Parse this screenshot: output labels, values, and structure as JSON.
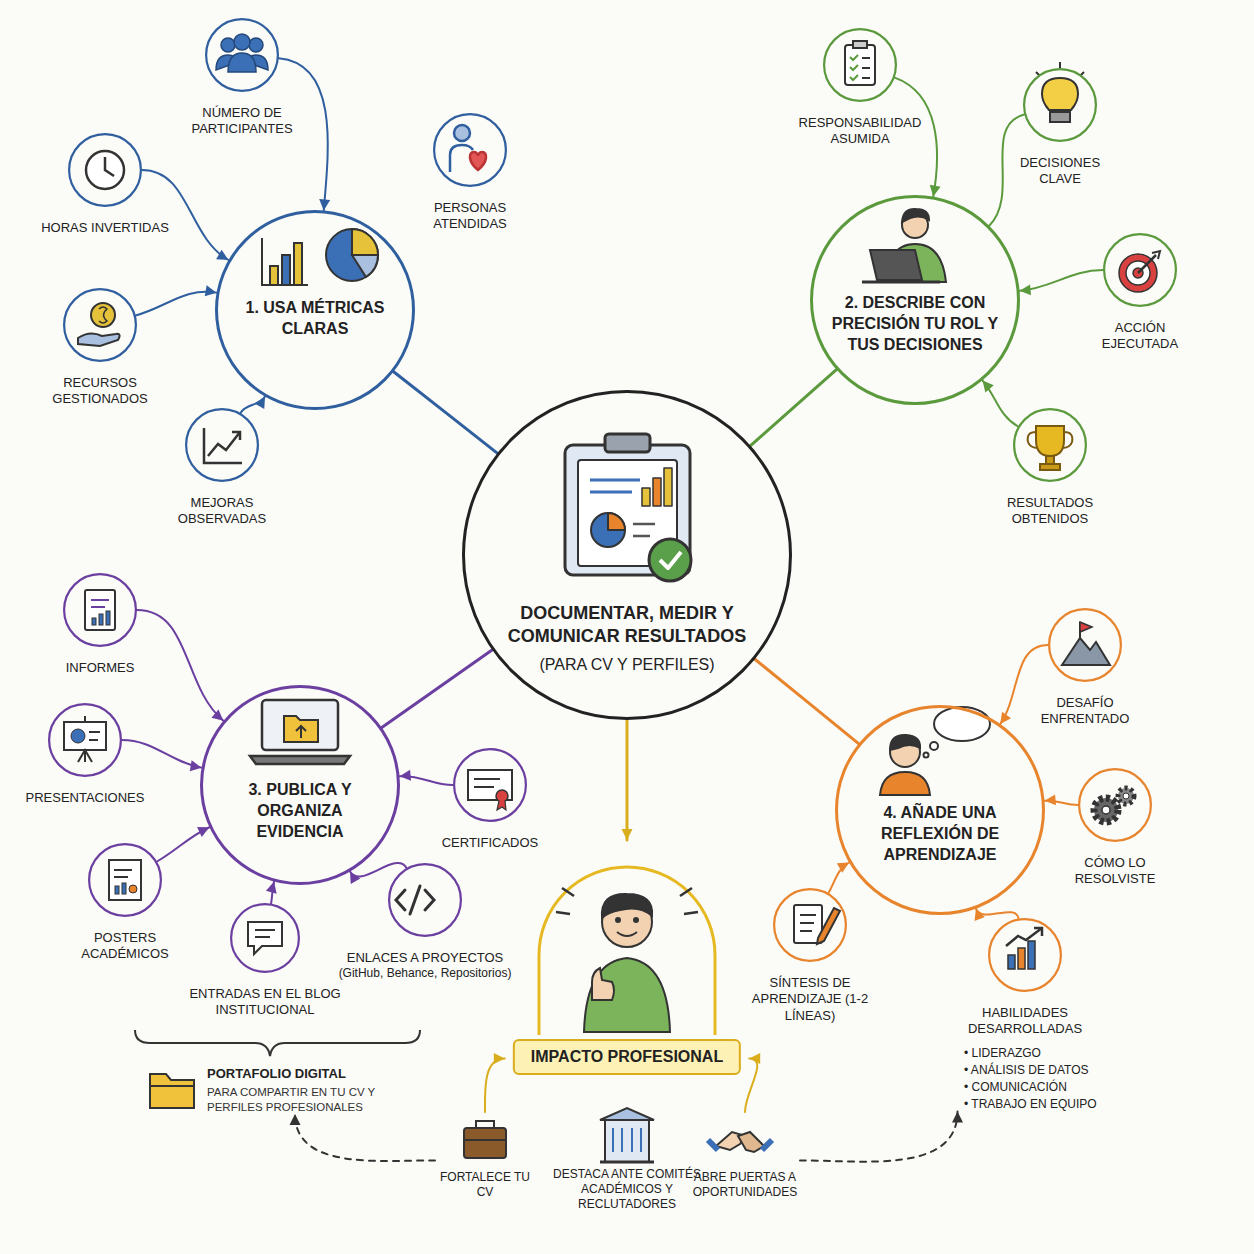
{
  "diagram": {
    "nodes": [
      {
        "text": [
          "DOCUMENTAR, MEDIR Y COMUNICAR RESULTADOS",
          "(PARA CV Y PERFILES)"
        ]
      },
      {
        "text": [
          "1. USA MÉTRICAS CLARAS"
        ]
      },
      {
        "text": [
          "NÚMERO DE PARTICIPANTES"
        ]
      },
      {
        "text": [
          "HORAS INVERTIDAS"
        ]
      },
      {
        "text": [
          "PERSONAS ATENDIDAS"
        ]
      },
      {
        "text": [
          "RECURSOS GESTIONADOS"
        ]
      },
      {
        "text": [
          "MEJORAS OBSERVADAS"
        ]
      },
      {
        "text": [
          "2. DESCRIBE CON PRECISIÓN TU ROL Y TUS DECISIONES"
        ]
      },
      {
        "text": [
          "RESPONSABILIDAD ASUMIDA"
        ]
      },
      {
        "text": [
          "DECISIONES CLAVE"
        ]
      },
      {
        "text": [
          "ACCIÓN EJECUTADA"
        ]
      },
      {
        "text": [
          "RESULTADOS OBTENIDOS"
        ]
      },
      {
        "text": [
          "3. PUBLICA Y ORGANIZA EVIDENCIA"
        ]
      },
      {
        "text": [
          "INFORMES"
        ]
      },
      {
        "text": [
          "PRESENTACIONES"
        ]
      },
      {
        "text": [
          "CERTIFICADOS"
        ]
      },
      {
        "text": [
          "POSTERS ACADÉMICOS"
        ]
      },
      {
        "text": [
          "ENTRADAS EN EL BLOG INSTITUCIONAL"
        ]
      },
      {
        "text": [
          "ENLACES A PROYECTOS",
          "(GitHub, Behance, Repositorios)"
        ]
      },
      {
        "text": [
          "4. AÑADE UNA REFLEXIÓN DE APRENDIZAJE"
        ]
      },
      {
        "text": [
          "DESAFÍO ENFRENTADO"
        ]
      },
      {
        "text": [
          "CÓMO LO RESOLVISTE"
        ]
      },
      {
        "text": [
          "SÍNTESIS DE APRENDIZAJE (1-2 LÍNEAS)"
        ]
      },
      {
        "text": [
          "HABILIDADES DESARROLLADAS",
          "• LIDERAZGO",
          "• ANÁLISIS DE DATOS",
          "• COMUNICACIÓN",
          "• TRABAJO EN EQUIPO"
        ]
      },
      {
        "text": [
          "IMPACTO PROFESIONAL"
        ]
      },
      {
        "text": [
          "FORTALECE TU CV"
        ]
      },
      {
        "text": [
          "DESTACA ANTE COMITÉS ACADÉMICOS Y RECLUTADORES"
        ]
      },
      {
        "text": [
          "ABRE PUERTAS A OPORTUNIDADES"
        ]
      },
      {
        "text": [
          "PORTAFOLIO DIGITAL",
          "PARA COMPARTIR EN TU CV Y PERFILES PROFESIONALES"
        ]
      }
    ],
    "edges": [
      {
        "from": 0,
        "to": 1,
        "arrow": "none"
      },
      {
        "from": 0,
        "to": 7,
        "arrow": "none"
      },
      {
        "from": 0,
        "to": 12,
        "arrow": "none"
      },
      {
        "from": 0,
        "to": 19,
        "arrow": "none"
      },
      {
        "from": 0,
        "to": 24,
        "arrow": "to"
      },
      {
        "from": 2,
        "to": 1,
        "arrow": "to"
      },
      {
        "from": 3,
        "to": 1,
        "arrow": "to"
      },
      {
        "from": 5,
        "to": 1,
        "arrow": "to"
      },
      {
        "from": 6,
        "to": 1,
        "arrow": "to"
      },
      {
        "from": 8,
        "to": 7,
        "arrow": "to"
      },
      {
        "from": 9,
        "to": 7,
        "arrow": "none"
      },
      {
        "from": 10,
        "to": 7,
        "arrow": "to"
      },
      {
        "from": 11,
        "to": 7,
        "arrow": "to"
      },
      {
        "from": 13,
        "to": 12,
        "arrow": "to"
      },
      {
        "from": 14,
        "to": 12,
        "arrow": "to"
      },
      {
        "from": 15,
        "to": 12,
        "arrow": "to"
      },
      {
        "from": 16,
        "to": 12,
        "arrow": "to"
      },
      {
        "from": 17,
        "to": 12,
        "arrow": "to"
      },
      {
        "from": 18,
        "to": 12,
        "arrow": "to"
      },
      {
        "from": 20,
        "to": 19,
        "arrow": "to"
      },
      {
        "from": 21,
        "to": 19,
        "arrow": "to"
      },
      {
        "from": 22,
        "to": 19,
        "arrow": "to"
      },
      {
        "from": 23,
        "to": 19,
        "arrow": "to"
      },
      {
        "from": 25,
        "to": 24,
        "arrow": "to"
      },
      {
        "from": 27,
        "to": 24,
        "arrow": "to"
      },
      {
        "from": 25,
        "to": 28,
        "arrow": "to"
      },
      {
        "from": 27,
        "to": 23,
        "arrow": "to"
      }
    ]
  }
}
